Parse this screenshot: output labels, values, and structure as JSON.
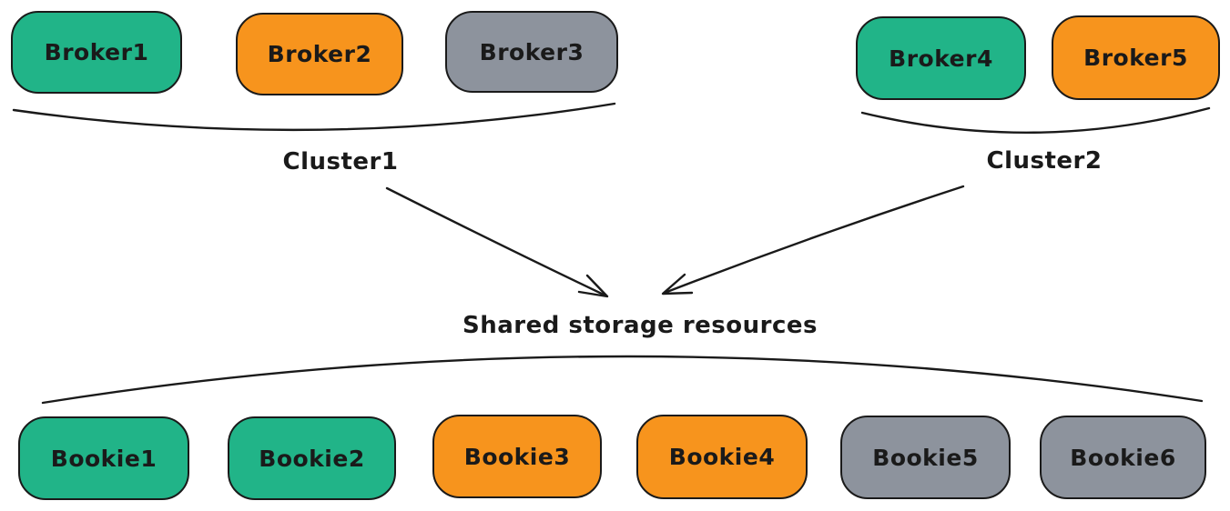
{
  "colors": {
    "c-green": "#21b488",
    "c-orange": "#f7941d",
    "c-gray": "#8d939d",
    "c-ink": "#1a1a1a",
    "c-bg": "#ffffff"
  },
  "clusters": [
    {
      "label": "Cluster1",
      "brokers": [
        {
          "label": "Broker1",
          "color": "green"
        },
        {
          "label": "Broker2",
          "color": "orange"
        },
        {
          "label": "Broker3",
          "color": "gray"
        }
      ]
    },
    {
      "label": "Cluster2",
      "brokers": [
        {
          "label": "Broker4",
          "color": "green"
        },
        {
          "label": "Broker5",
          "color": "orange"
        }
      ]
    }
  ],
  "storage": {
    "label": "Shared storage resources",
    "bookies": [
      {
        "label": "Bookie1",
        "color": "green"
      },
      {
        "label": "Bookie2",
        "color": "green"
      },
      {
        "label": "Bookie3",
        "color": "orange"
      },
      {
        "label": "Bookie4",
        "color": "orange"
      },
      {
        "label": "Bookie5",
        "color": "gray"
      },
      {
        "label": "Bookie6",
        "color": "gray"
      }
    ]
  }
}
